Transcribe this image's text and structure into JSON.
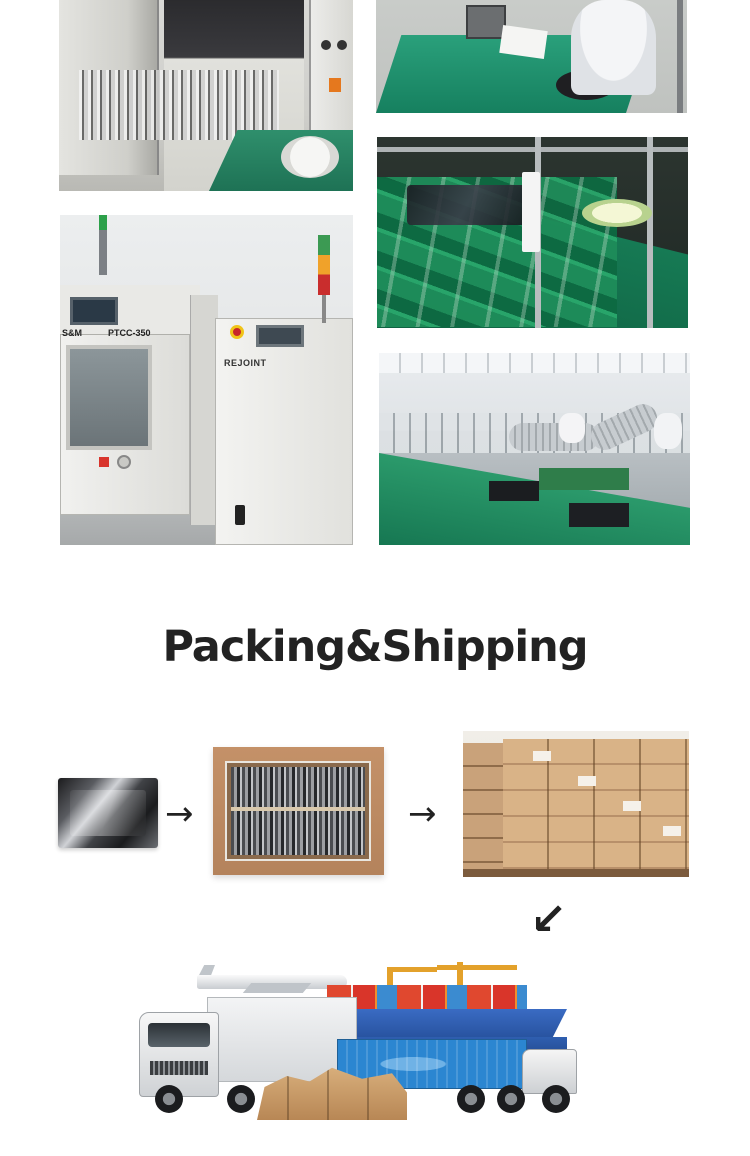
{
  "section": {
    "title": "Packing&Shipping"
  },
  "factory_photos": [
    {
      "subject": "smt-feeder-machine"
    },
    {
      "subject": "inspection-workstation"
    },
    {
      "subject": "reflow-oven"
    },
    {
      "subject": "pcb-assembly-line"
    },
    {
      "subject": "assembly-workshop"
    }
  ],
  "machine_labels": {
    "left_brand": "S&M",
    "left_model": "PTCC-350",
    "right_brand": "REJOINT"
  },
  "packing_flow": {
    "steps": [
      "antistatic-bag",
      "carton-box",
      "palletized-cartons"
    ],
    "arrows": [
      "→",
      "→",
      "↙"
    ]
  },
  "shipping": {
    "modes": [
      "air",
      "sea",
      "truck"
    ]
  }
}
